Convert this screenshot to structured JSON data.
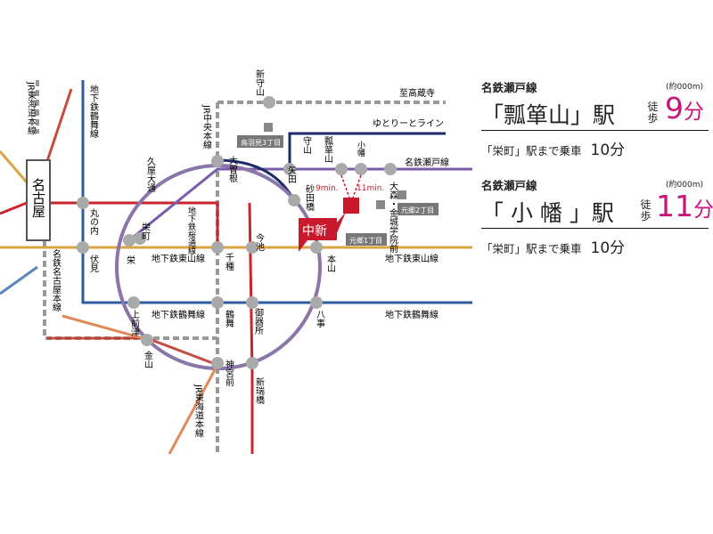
{
  "map": {
    "line_labels": {
      "jr_tokaido_left": "JR東海道本線",
      "tsurumai_top": "地下鉄鶴舞線",
      "jr_chuo": "JR中央本線",
      "shiko": "至高蔵寺",
      "yutorito": "ゆとりーとライン",
      "meitetsu_seto": "名鉄瀬戸線",
      "sakuradori": "地下鉄桜通線",
      "higashiyama_left": "地下鉄東山線",
      "higashiyama_right": "地下鉄東山線",
      "tsurumai_left": "地下鉄鶴舞線",
      "tsurumai_right": "地下鉄鶴舞線",
      "meitetsu_nagoya": "名鉄名古屋本線",
      "jr_tokaido_bottom": "JR東海道本線"
    },
    "stations": {
      "nagoya": "名古屋",
      "shinmoriyama": "新守山",
      "ozone": "大曽根",
      "yada": "矢田",
      "moriyama": "守山",
      "hyotanyama": "瓢箪山",
      "obata": "小幡",
      "omori_kinjogakuinmae": "大森・金城学院前",
      "sunadabashi": "砂田橋",
      "hisaya_odori": "久屋大通",
      "marunouchi": "丸の内",
      "fushimi": "伏見",
      "sakae": "栄",
      "sakaemachi": "栄町",
      "chikusa": "千種",
      "imaike": "今池",
      "motoyama": "本山",
      "kamimaezu": "上前津",
      "tsurumai": "鶴舞",
      "gokiso": "御器所",
      "yagoto": "八事",
      "kanayama": "金山",
      "jingumae": "神宮前",
      "arahata": "新瑞橋"
    },
    "landmarks": {
      "torimi": "鳥羽見3丁目",
      "motogo2": "元郷2丁目",
      "motogo1": "元郷1丁目",
      "site": "中新",
      "walk_left": "9min.",
      "walk_right": "11min."
    },
    "colors": {
      "jr": "#999999",
      "meijo_loop": "#8a76a8",
      "sakuradori": "#c9252c",
      "higashiyama": "#d9a441",
      "tsurumai": "#2e5aa0",
      "meitetsu": "#7a5cab",
      "meitetsu_nagoya": "#c0392b",
      "yutorito": "#1b2a6b",
      "meiko": "#e08a5a",
      "aonami": "#5b86b8",
      "site": "#c81a2c"
    }
  },
  "routes": [
    {
      "line": "名鉄瀬戸線",
      "distance": "(約000m)",
      "station": "「瓢箪山」駅",
      "walk_label": "徒歩",
      "walk_minutes": "9",
      "walk_unit": "分",
      "ride_from": "「栄町」駅まで乗車",
      "ride_minutes": "10分"
    },
    {
      "line": "名鉄瀬戸線",
      "distance": "(約000m)",
      "station": "「 小 幡 」駅",
      "walk_label": "徒歩",
      "walk_minutes": "11",
      "walk_unit": "分",
      "ride_from": "「栄町」駅まで乗車",
      "ride_minutes": "10分"
    }
  ]
}
